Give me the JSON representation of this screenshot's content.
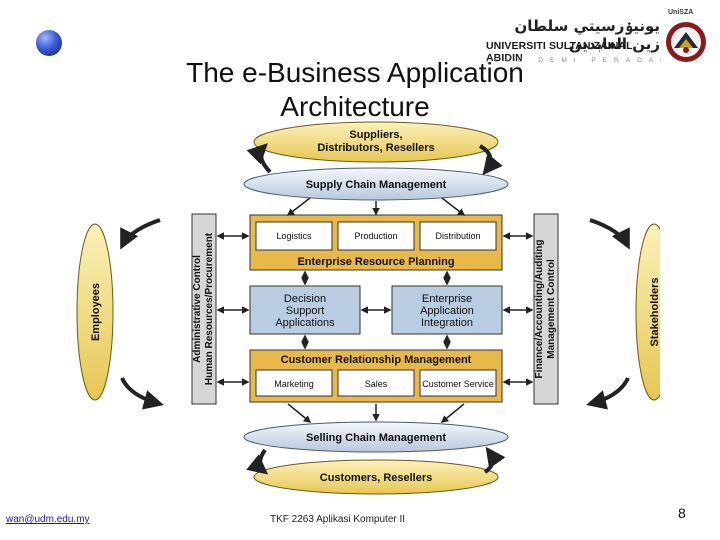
{
  "slide": {
    "title_line1": "The e-Business Application",
    "title_line2": "Architecture",
    "footer_email": "wan@udm.edu.my",
    "footer_course": "TKF 2263  Aplikasi Komputer II",
    "page_number": "8"
  },
  "logo": {
    "arabic": "يونيۏرسيتي سلطان زين العابدين",
    "name": "UNIVERSITI SULTAN ZAINAL ABIDIN",
    "motto": "ILMU  DEMI  PERADABAN  INSAN",
    "acronym": "UniSZA"
  },
  "diagram": {
    "suppliers": [
      "Suppliers,",
      "Distributors, Resellers"
    ],
    "supply_chain": "Supply Chain Management",
    "erp_modules": [
      "Logistics",
      "Production",
      "Distribution"
    ],
    "erp": "Enterprise Resource Planning",
    "dss": [
      "Decision",
      "Support",
      "Applications"
    ],
    "eai": [
      "Enterprise",
      "Application",
      "Integration"
    ],
    "crm": "Customer Relationship Management",
    "crm_modules": [
      "Marketing",
      "Sales",
      "Customer Service"
    ],
    "selling_chain": "Selling Chain Management",
    "customers": "Customers, Resellers",
    "left_box": [
      "Administrative Control",
      "Human Resources/Procurement"
    ],
    "right_box": [
      "Finance/Accounting/Auditing",
      "Management Control"
    ],
    "employees": "Employees",
    "stakeholders": "Stakeholders"
  },
  "colors": {
    "banner_blue": "#a9c3de",
    "oval_yellow": "#f5e08a",
    "box_gray": "#d6d6d6",
    "accent_blue": "#3b5bd6"
  }
}
